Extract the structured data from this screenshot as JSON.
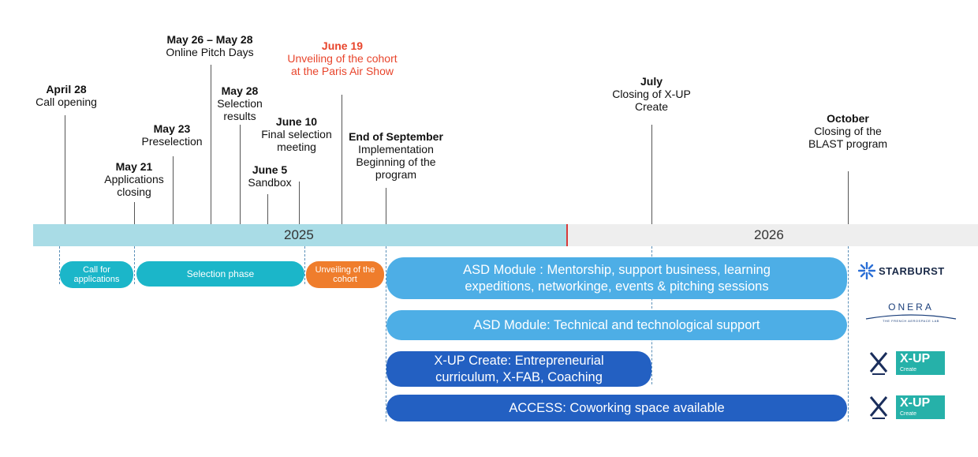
{
  "events": [
    {
      "id": "apr28",
      "title": "April 28",
      "desc": "Call opening",
      "red": false
    },
    {
      "id": "may21",
      "title": "May 21",
      "desc": "Applications closing",
      "red": false
    },
    {
      "id": "may23",
      "title": "May 23",
      "desc": "Preselection",
      "red": false
    },
    {
      "id": "may26",
      "title": "May 26 – May 28",
      "desc": "Online Pitch Days",
      "red": false
    },
    {
      "id": "may28",
      "title": "May 28",
      "desc": "Selection results",
      "red": false
    },
    {
      "id": "jun5",
      "title": "June 5",
      "desc": "Sandbox",
      "red": false
    },
    {
      "id": "jun10",
      "title": "June 10",
      "desc": "Final selection meeting",
      "red": false
    },
    {
      "id": "jun19",
      "title": "June 19",
      "desc": "Unveiling of the cohort at the Paris Air Show",
      "red": true
    },
    {
      "id": "sep",
      "title": "End of September",
      "desc": "Implementation Beginning of the program",
      "red": false
    },
    {
      "id": "jul",
      "title": "July",
      "desc": "Closing of X-UP Create",
      "red": false
    },
    {
      "id": "oct",
      "title": "October",
      "desc": "Closing of the BLAST program",
      "red": false
    }
  ],
  "years": {
    "y2025": "2025",
    "y2026": "2026"
  },
  "phases": {
    "call": "Call for applications",
    "selection": "Selection phase",
    "unveiling": "Unveiling of the cohort"
  },
  "modules": {
    "asd_mentorship": "ASD Module : Mentorship, support business, learning expeditions, networkinge, events & pitching sessions",
    "asd_technical": "ASD Module: Technical and technological support",
    "xup_create": "X-UP Create: Entrepreneurial curriculum, X-FAB, Coaching",
    "access": "ACCESS: Coworking space available"
  },
  "logos": {
    "starburst": "STARBURST",
    "onera": "ONERA",
    "onera_sub": "THE FRENCH AEROSPACE LAB",
    "xup1": "X-UP",
    "xup1_sub": "Create",
    "xup2": "X-UP",
    "xup2_sub": "Create"
  },
  "colors": {
    "bar2025": "#a9dce6",
    "bar2026": "#eeeeee",
    "today": "#d93a3a",
    "teal": "#1bb6c9",
    "orange": "#ef7d2c",
    "lightblue": "#4daee6",
    "darkblue": "#2360c2",
    "event_red": "#e8452c"
  }
}
